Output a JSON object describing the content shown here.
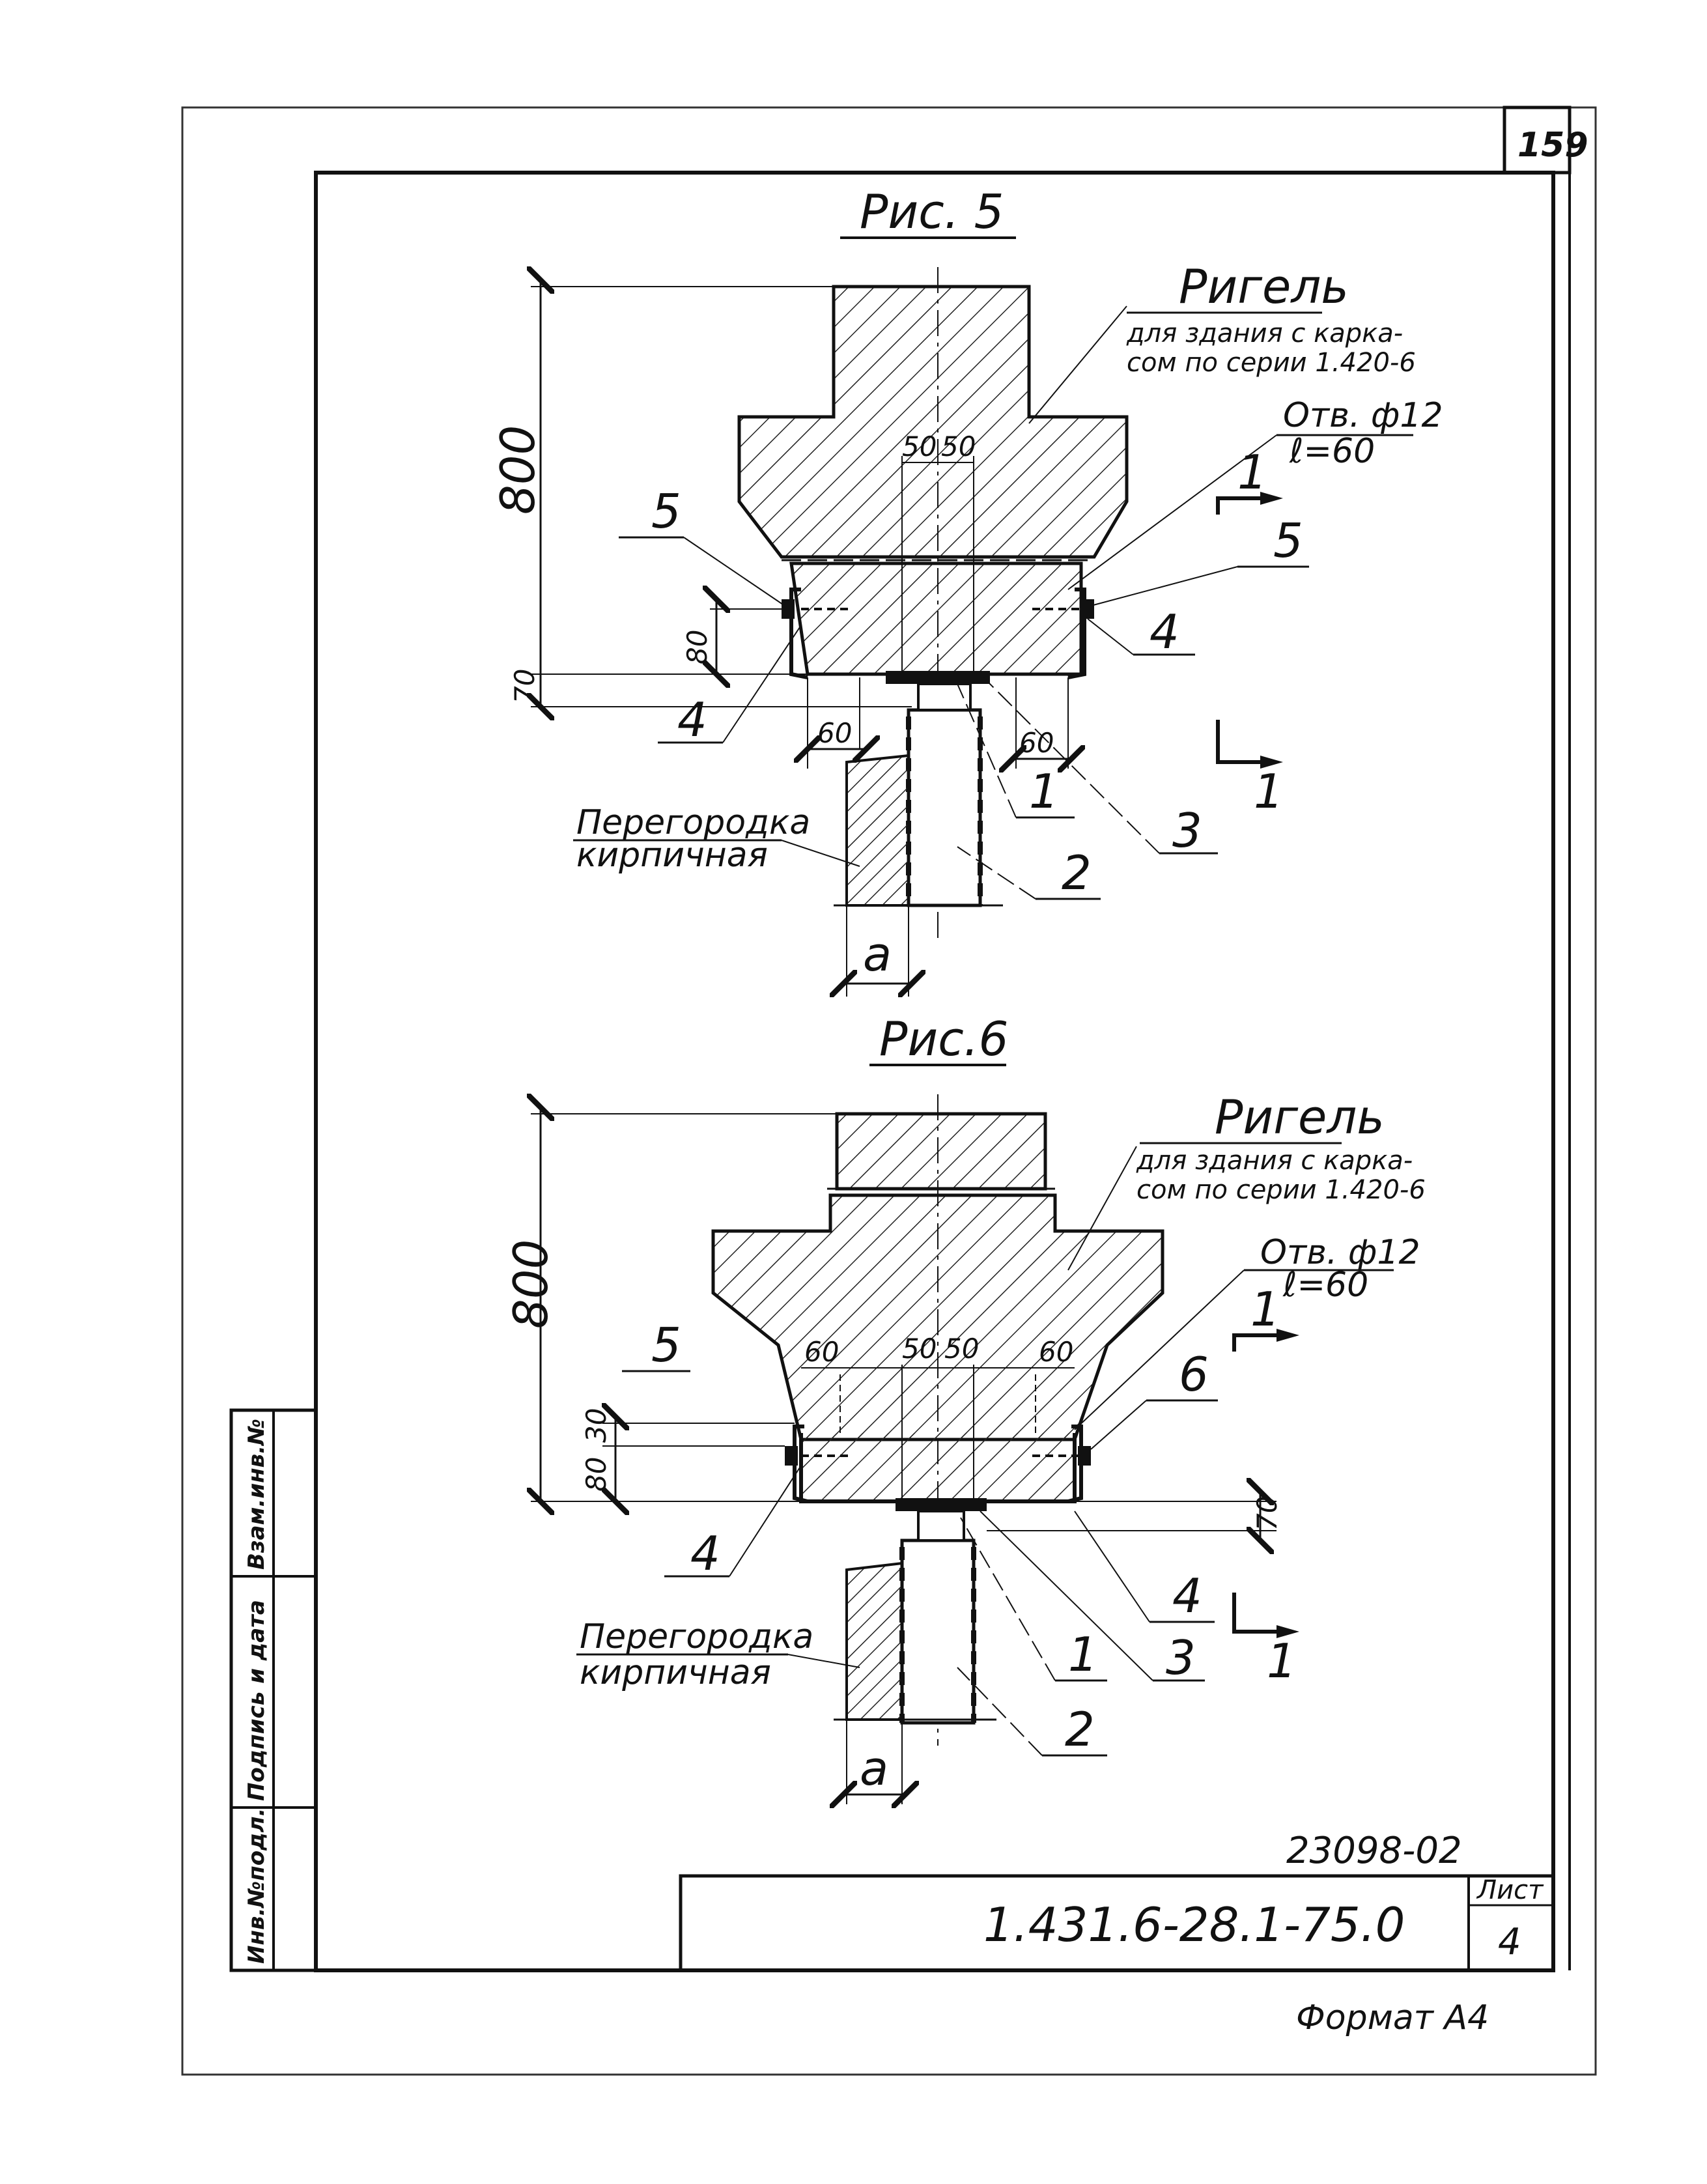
{
  "page_number": "159",
  "fig5": {
    "title": "Рис. 5",
    "beam_label": "Ригель",
    "beam_note_1": "для здания с карка-",
    "beam_note_2": "сом по серии 1.420-6",
    "hole_label": "Отв. ф12",
    "hole_spacing": "ℓ=60",
    "partition_label_1": "Перегородка",
    "partition_label_2": "кирпичная",
    "dim_height": "800",
    "dim_80": "80",
    "dim_70": "70",
    "dim_60_left": "60",
    "dim_60_right": "60",
    "dim_50_left": "50",
    "dim_50_right": "50",
    "dim_a": "a",
    "callouts": [
      "5",
      "5",
      "4",
      "4",
      "1",
      "2",
      "3"
    ],
    "section_mark": "1"
  },
  "fig6": {
    "title": "Рис.6",
    "beam_label": "Ригель",
    "beam_note_1": "для здания с карка-",
    "beam_note_2": "сом по серии 1.420-6",
    "hole_label": "Отв. ф12",
    "hole_spacing": "ℓ=60",
    "partition_label_1": "Перегородка",
    "partition_label_2": "кирпичная",
    "dim_height": "800",
    "dim_80": "80",
    "dim_30": "30",
    "dim_70": "70",
    "dim_60_left": "60",
    "dim_60_right": "60",
    "dim_50_left": "50",
    "dim_50_right": "50",
    "dim_a": "a",
    "callouts": [
      "5",
      "6",
      "4",
      "4",
      "1",
      "2",
      "3"
    ],
    "section_mark": "1"
  },
  "stamp": {
    "archive_number": "23098-02",
    "document_code": "1.431.6-28.1-75.0",
    "sheet_label": "Лист",
    "sheet_number": "4",
    "format": "Формат А4"
  },
  "side_columns": [
    "Инв.№подл.",
    "Подпись и дата",
    "Взам.инв.№"
  ]
}
